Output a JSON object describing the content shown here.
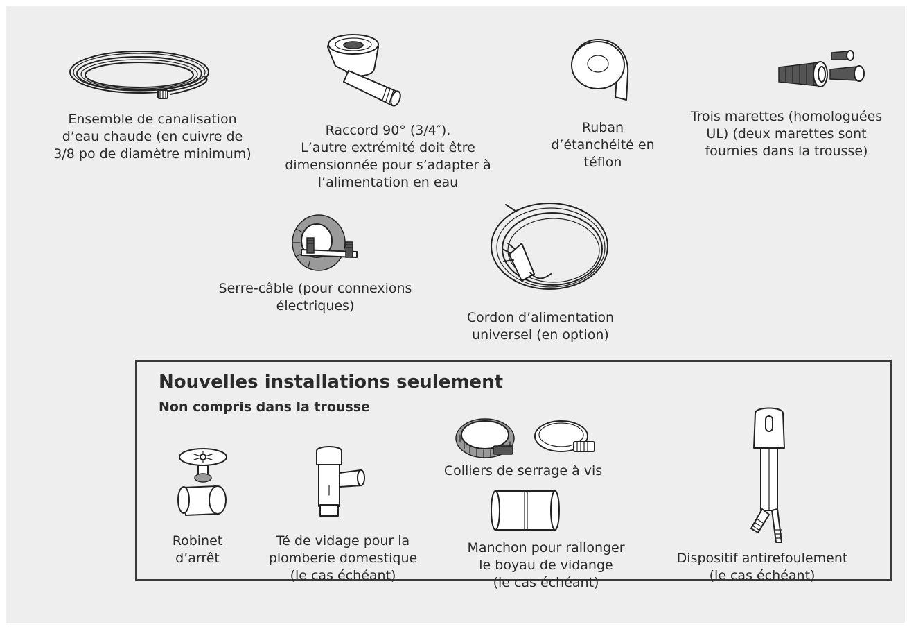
{
  "items": {
    "hot_water_line": [
      "Ensemble de canalisation",
      "d’eau chaude (en cuivre de",
      "3/8 po de diamètre minimum)"
    ],
    "elbow_fitting": [
      "Raccord 90° (3/4″).",
      "L’autre extrémité doit être",
      "dimensionnée pour s’adapter à",
      "l’alimentation en eau"
    ],
    "teflon_tape": [
      "Ruban",
      "d’étanchéité en",
      "téflon"
    ],
    "wire_nuts": [
      "Trois marettes (homologuées",
      "UL) (deux marettes sont",
      "fournies dans la trousse)"
    ],
    "cable_clamp": [
      "Serre-câble (pour connexions",
      "électriques)"
    ],
    "power_cord": [
      "Cordon d’alimentation",
      "universel (en option)"
    ]
  },
  "new_installations": {
    "title": "Nouvelles installations seulement",
    "subtitle": "Non compris dans la trousse",
    "shutoff_valve": [
      "Robinet",
      "d’arrêt"
    ],
    "drain_tee": [
      "Té de vidage pour la",
      "plomberie domestique",
      "(le cas échéant)"
    ],
    "hose_clamps": [
      "Colliers de serrage à vis"
    ],
    "coupler": [
      "Manchon pour rallonger",
      "le boyau de vidange",
      "(le cas échéant)"
    ],
    "air_gap": [
      "Dispositif antirefoulement",
      "(le cas échéant)"
    ]
  }
}
